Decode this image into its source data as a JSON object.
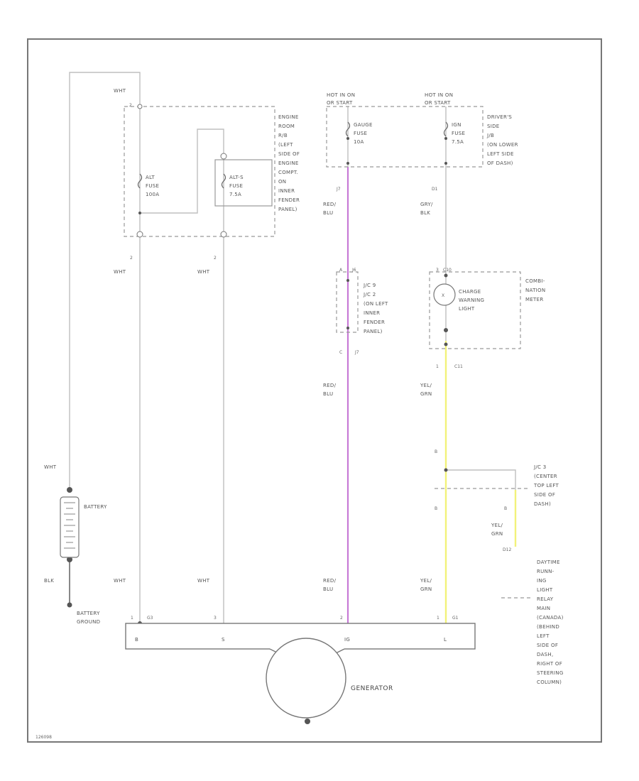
{
  "colors": {
    "frame": "#777777",
    "wire_grey": "#bfbfbf",
    "wire_red_blu": "#c77ad6",
    "wire_yel_grn": "#f2f27a",
    "dash": "#999999"
  },
  "diagram_code": "126098",
  "fuse_box_engine": {
    "lines": [
      "ENGINE",
      "ROOM",
      "R/B",
      "(LEFT",
      "SIDE OF",
      "ENGINE",
      "COMPT.",
      "ON",
      "INNER",
      "FENDER",
      "PANEL)"
    ],
    "top_wire": "WHT",
    "top_terminal": "2",
    "alt_fuse": [
      "ALT",
      "FUSE",
      "100A"
    ],
    "alts_fuse": [
      "ALT-S",
      "FUSE",
      "7.5A"
    ]
  },
  "fuse_gauge": {
    "hot": [
      "HOT IN ON",
      "OR START"
    ],
    "fuse": [
      "GAUGE",
      "FUSE",
      "10A"
    ],
    "connector": "J7",
    "wire": [
      "RED/",
      "BLU"
    ]
  },
  "fuse_ign": {
    "hot": [
      "HOT IN ON",
      "OR START"
    ],
    "fuse": [
      "IGN",
      "FUSE",
      "7.5A"
    ],
    "box": [
      "DRIVER'S",
      "SIDE",
      "J/B",
      "(ON LOWER",
      "LEFT SIDE",
      "OF DASH)"
    ],
    "connector": "D1",
    "wire": [
      "GRY/",
      "BLK"
    ]
  },
  "jc_box": {
    "lines": [
      "J/C 9",
      "J/C 2",
      "(ON LEFT",
      "INNER",
      "FENDER",
      "PANEL)"
    ],
    "pin_top": "J6",
    "pin_bottom": "J7",
    "pin_c": "C",
    "pin_a": "A",
    "wire_below": [
      "RED/",
      "BLU"
    ]
  },
  "combo_meter": {
    "lines": [
      "COMBI-",
      "NATION",
      "METER"
    ],
    "light": [
      "CHARGE",
      "WARNING",
      "LIGHT"
    ],
    "pin_top": "C10",
    "pin_top_num": "3",
    "pin_bottom": "C11",
    "pin_bottom_num": "1",
    "wire_below": [
      "YEL/",
      "GRN"
    ]
  },
  "jc_dash": {
    "lines": [
      "J/C 3",
      "(CENTER",
      "TOP LEFT",
      "SIDE OF",
      "DASH)"
    ],
    "pin_b1": "B",
    "pin_b2": "B",
    "pin_b3": "B"
  },
  "drl_relay": {
    "lines": [
      "DAYTIME",
      "RUNN-",
      "ING",
      "LIGHT",
      "RELAY",
      "MAIN",
      "(CANADA)",
      "(BEHIND",
      "LEFT",
      "SIDE OF",
      "DASH,",
      "RIGHT OF",
      "STEERING",
      "COLUMN)"
    ],
    "connector": "D12",
    "wire": [
      "YEL/",
      "GRN"
    ]
  },
  "battery": {
    "label": "BATTERY",
    "top_wire": "WHT",
    "bottom_wire": "BLK",
    "ground": [
      "BATTERY",
      "GROUND"
    ]
  },
  "left_wires": {
    "alt_wire": "WHT",
    "alts_wire": "WHT",
    "alt_pin": "2",
    "alts_pin": "2",
    "bottom_wire_1": "WHT",
    "bottom_wire_2": "WHT",
    "bottom_wire_3": [
      "RED/",
      "BLU"
    ],
    "bottom_wire_4": [
      "YEL/",
      "GRN"
    ]
  },
  "generator": {
    "label": "GENERATOR",
    "terminals": [
      "B",
      "S",
      "IG",
      "L"
    ],
    "pins": [
      "1",
      "3",
      "2",
      "1"
    ],
    "conn_left": "G3",
    "conn_right": "G1"
  }
}
